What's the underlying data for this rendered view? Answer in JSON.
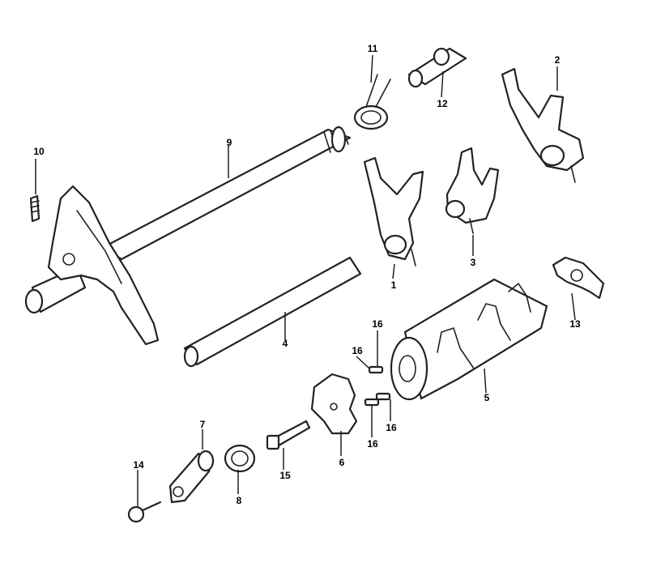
{
  "callouts": [
    {
      "id": "p1",
      "label": "1"
    },
    {
      "id": "p2",
      "label": "2"
    },
    {
      "id": "p3",
      "label": "3"
    },
    {
      "id": "p4",
      "label": "4"
    },
    {
      "id": "p5",
      "label": "5"
    },
    {
      "id": "p6",
      "label": "6"
    },
    {
      "id": "p7",
      "label": "7"
    },
    {
      "id": "p8",
      "label": "8"
    },
    {
      "id": "p9",
      "label": "9"
    },
    {
      "id": "p10",
      "label": "10"
    },
    {
      "id": "p11",
      "label": "11"
    },
    {
      "id": "p12",
      "label": "12"
    },
    {
      "id": "p13",
      "label": "13"
    },
    {
      "id": "p14",
      "label": "14"
    },
    {
      "id": "p15",
      "label": "15"
    },
    {
      "id": "p16a",
      "label": "16"
    },
    {
      "id": "p16b",
      "label": "16"
    },
    {
      "id": "p16c",
      "label": "16"
    },
    {
      "id": "p16d",
      "label": "16"
    }
  ]
}
